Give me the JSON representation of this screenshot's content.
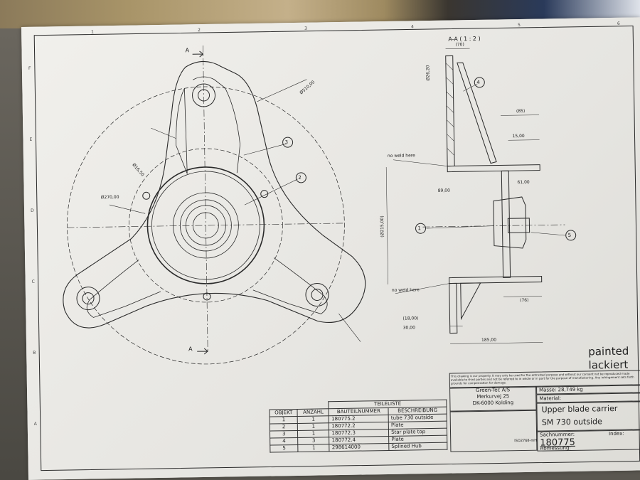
{
  "drawing": {
    "section_label": "A-A ( 1 : 2 )",
    "section_mark_top": "A",
    "section_mark_bottom": "A",
    "dim_dia_510": "Ø510,00",
    "dim_dia_270": "Ø270,00",
    "dim_dia_16": "Ø16,50",
    "dim_dia_26": "Ø26,20",
    "dim_dia_215": "(Ø215,00)",
    "dim_70": "(70)",
    "dim_85": "(85)",
    "dim_15": "15,00",
    "dim_61": "61,00",
    "dim_89": "89,00",
    "dim_76": "(76)",
    "dim_18": "(18,00)",
    "dim_30": "30,00",
    "dim_185": "185,00",
    "note_weld_top": "no weld here",
    "note_weld_bottom": "no weld here",
    "balloons": [
      "1",
      "2",
      "3",
      "4",
      "5"
    ],
    "finish_en": "painted",
    "finish_de": "lackiert",
    "border_cols": [
      "1",
      "2",
      "3",
      "4",
      "5",
      "6"
    ],
    "border_rows": [
      "F",
      "E",
      "D",
      "C",
      "B",
      "A"
    ]
  },
  "parts_list": {
    "title": "TEILELISTE",
    "headers": [
      "OBJEKT",
      "ANZAHL",
      "BAUTEILNUMMER",
      "BESCHREIBUNG"
    ],
    "rows": [
      [
        "1",
        "1",
        "180775.2",
        "tube 730 outside"
      ],
      [
        "2",
        "1",
        "180772.2",
        "Plate"
      ],
      [
        "3",
        "1",
        "180772.3",
        "Star plate top"
      ],
      [
        "4",
        "3",
        "180772.4",
        "Plate"
      ],
      [
        "5",
        "1",
        "298614000",
        "Splined Hub"
      ]
    ]
  },
  "title_block": {
    "disclaimer": "This drawing is our property. It may only be used for the entrusted purpose and without our consent not be reproduced made available to third parties and not be referred to in whole or in part for the purpose of manufacturing. Any infringement sets forth grounds for compensation for damage.",
    "company": "Green-Tec A/S",
    "street": "Merkurvej 25",
    "city": "DK-6000 Kolding",
    "mass": "Masse: 28,749 kg",
    "material": "Material:",
    "title1": "Upper blade carrier",
    "title2": "SM 730 outside",
    "sach_label": "Sachnummer:",
    "index_label": "Index:",
    "part_number": "180775",
    "abmessung": "Abmessung:",
    "tolerance": "ISO2768-mH"
  }
}
